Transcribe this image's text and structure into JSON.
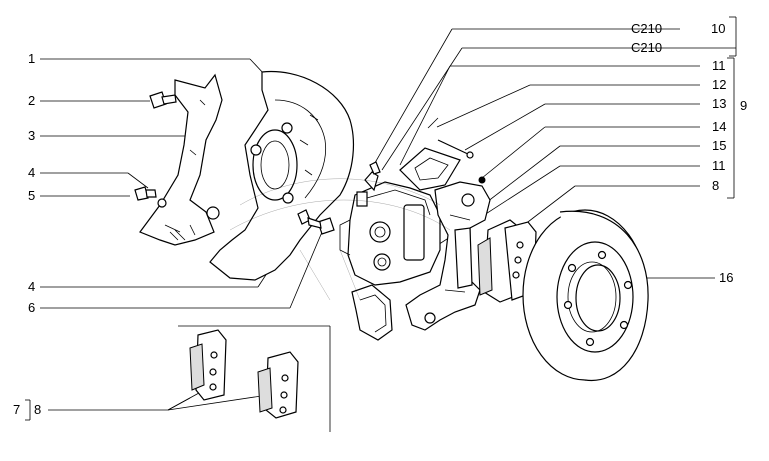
{
  "labels_left": [
    "1",
    "2",
    "3",
    "4",
    "5",
    "4",
    "6"
  ],
  "label_7": "7",
  "label_7_8": "8",
  "labels_right": [
    "C210",
    "C210",
    "11",
    "12",
    "13",
    "14",
    "15",
    "11",
    "8"
  ],
  "labels_right_nums": [
    "10",
    "10",
    "9"
  ],
  "label_16": "16"
}
